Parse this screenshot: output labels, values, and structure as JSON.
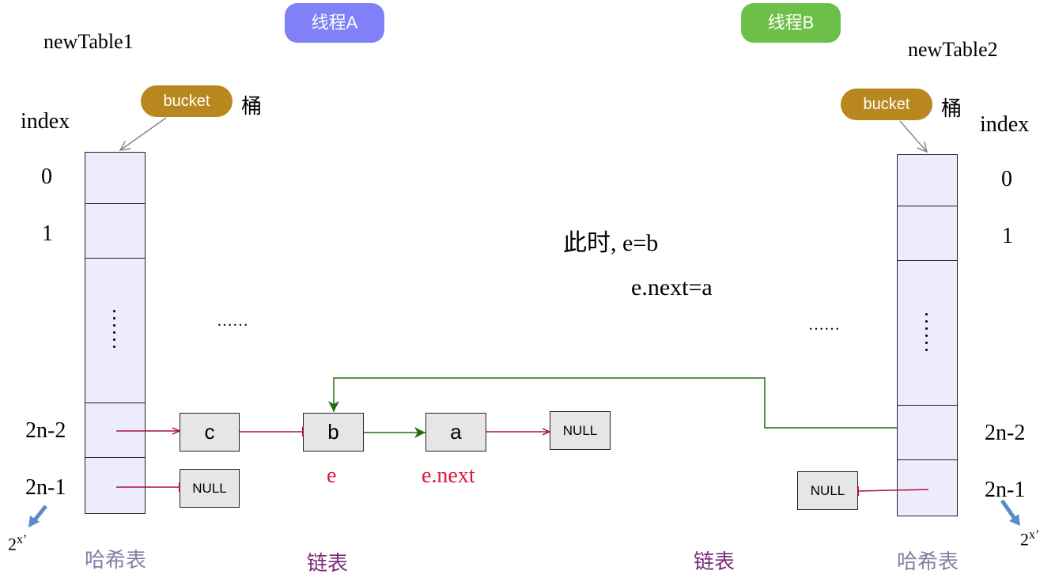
{
  "thread_a": {
    "label": "线程A",
    "color": "#8080f8"
  },
  "thread_b": {
    "label": "线程B",
    "color": "#6cc04a"
  },
  "left": {
    "table_title": "newTable1",
    "bucket_label": "bucket",
    "bucket_cn": "桶",
    "index_header": "index",
    "indices": [
      "0",
      "1",
      "2n-2",
      "2n-1"
    ],
    "pow_label": "2",
    "pow_sup": "x’",
    "hash_caption": "哈希表",
    "list_caption": "链表",
    "ellipsis": "……"
  },
  "right": {
    "table_title": "newTable2",
    "bucket_label": "bucket",
    "bucket_cn": "桶",
    "index_header": "index",
    "indices": [
      "0",
      "1",
      "2n-2",
      "2n-1"
    ],
    "pow_label": "2",
    "pow_sup": "x’",
    "hash_caption": "哈希表",
    "list_caption": "链表",
    "ellipsis": "……"
  },
  "nodes": {
    "c": "c",
    "b": "b",
    "a": "a",
    "null_row1": "NULL",
    "null_row2_left": "NULL",
    "null_row2_right": "NULL"
  },
  "pointers": {
    "e": "e",
    "e_next": "e.next"
  },
  "note": {
    "line1": "此时, e=b",
    "line2": "e.next=a"
  },
  "colors": {
    "bucket": "#b8881f",
    "red_arrow": "#a8123a",
    "green_arrow": "#2a6a10",
    "pointer_text": "#e01840",
    "caption_purple": "#7a2a7a",
    "caption_gray": "#8080a8",
    "cell_fill": "#ececfc",
    "node_fill": "#e6e6e6"
  }
}
